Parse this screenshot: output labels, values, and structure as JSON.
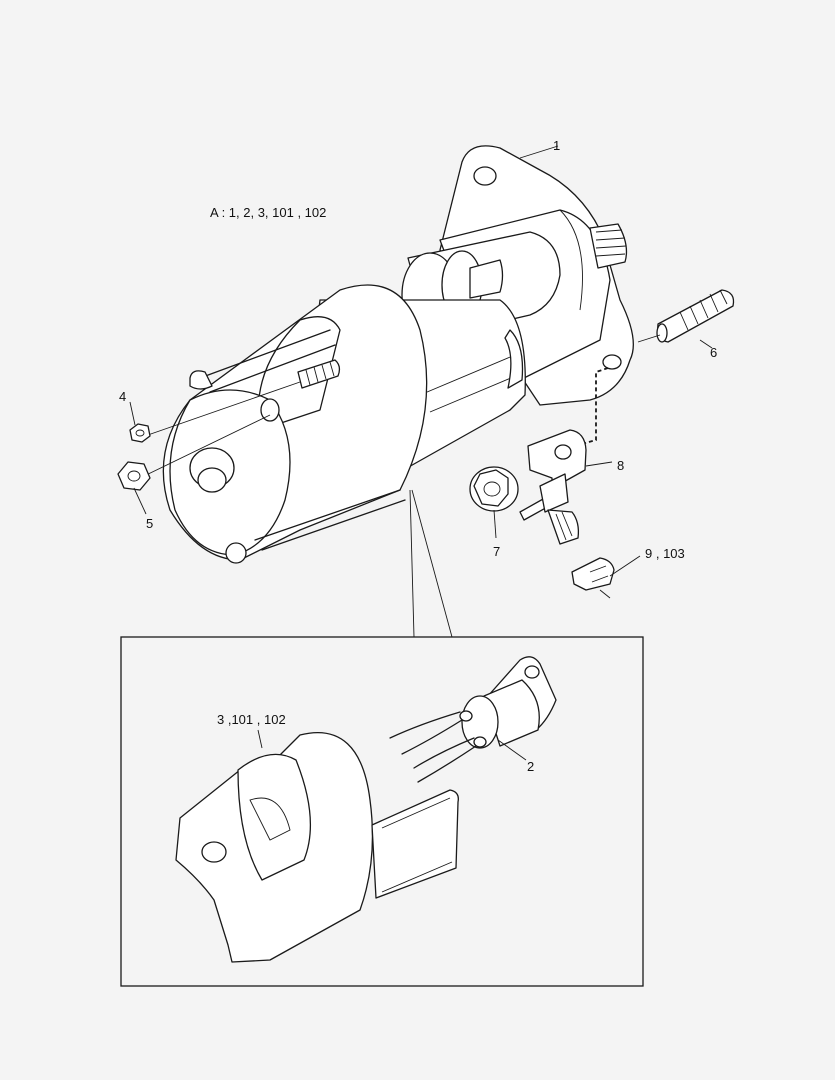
{
  "assembly_note": "A : 1, 2, 3, 101 , 102",
  "callouts": {
    "p1": "1",
    "p2": "2",
    "p3": "3 ,101 , 102",
    "p4": "4",
    "p5": "5",
    "p6": "6",
    "p7": "7",
    "p8": "8",
    "p9": "9 , 103"
  }
}
